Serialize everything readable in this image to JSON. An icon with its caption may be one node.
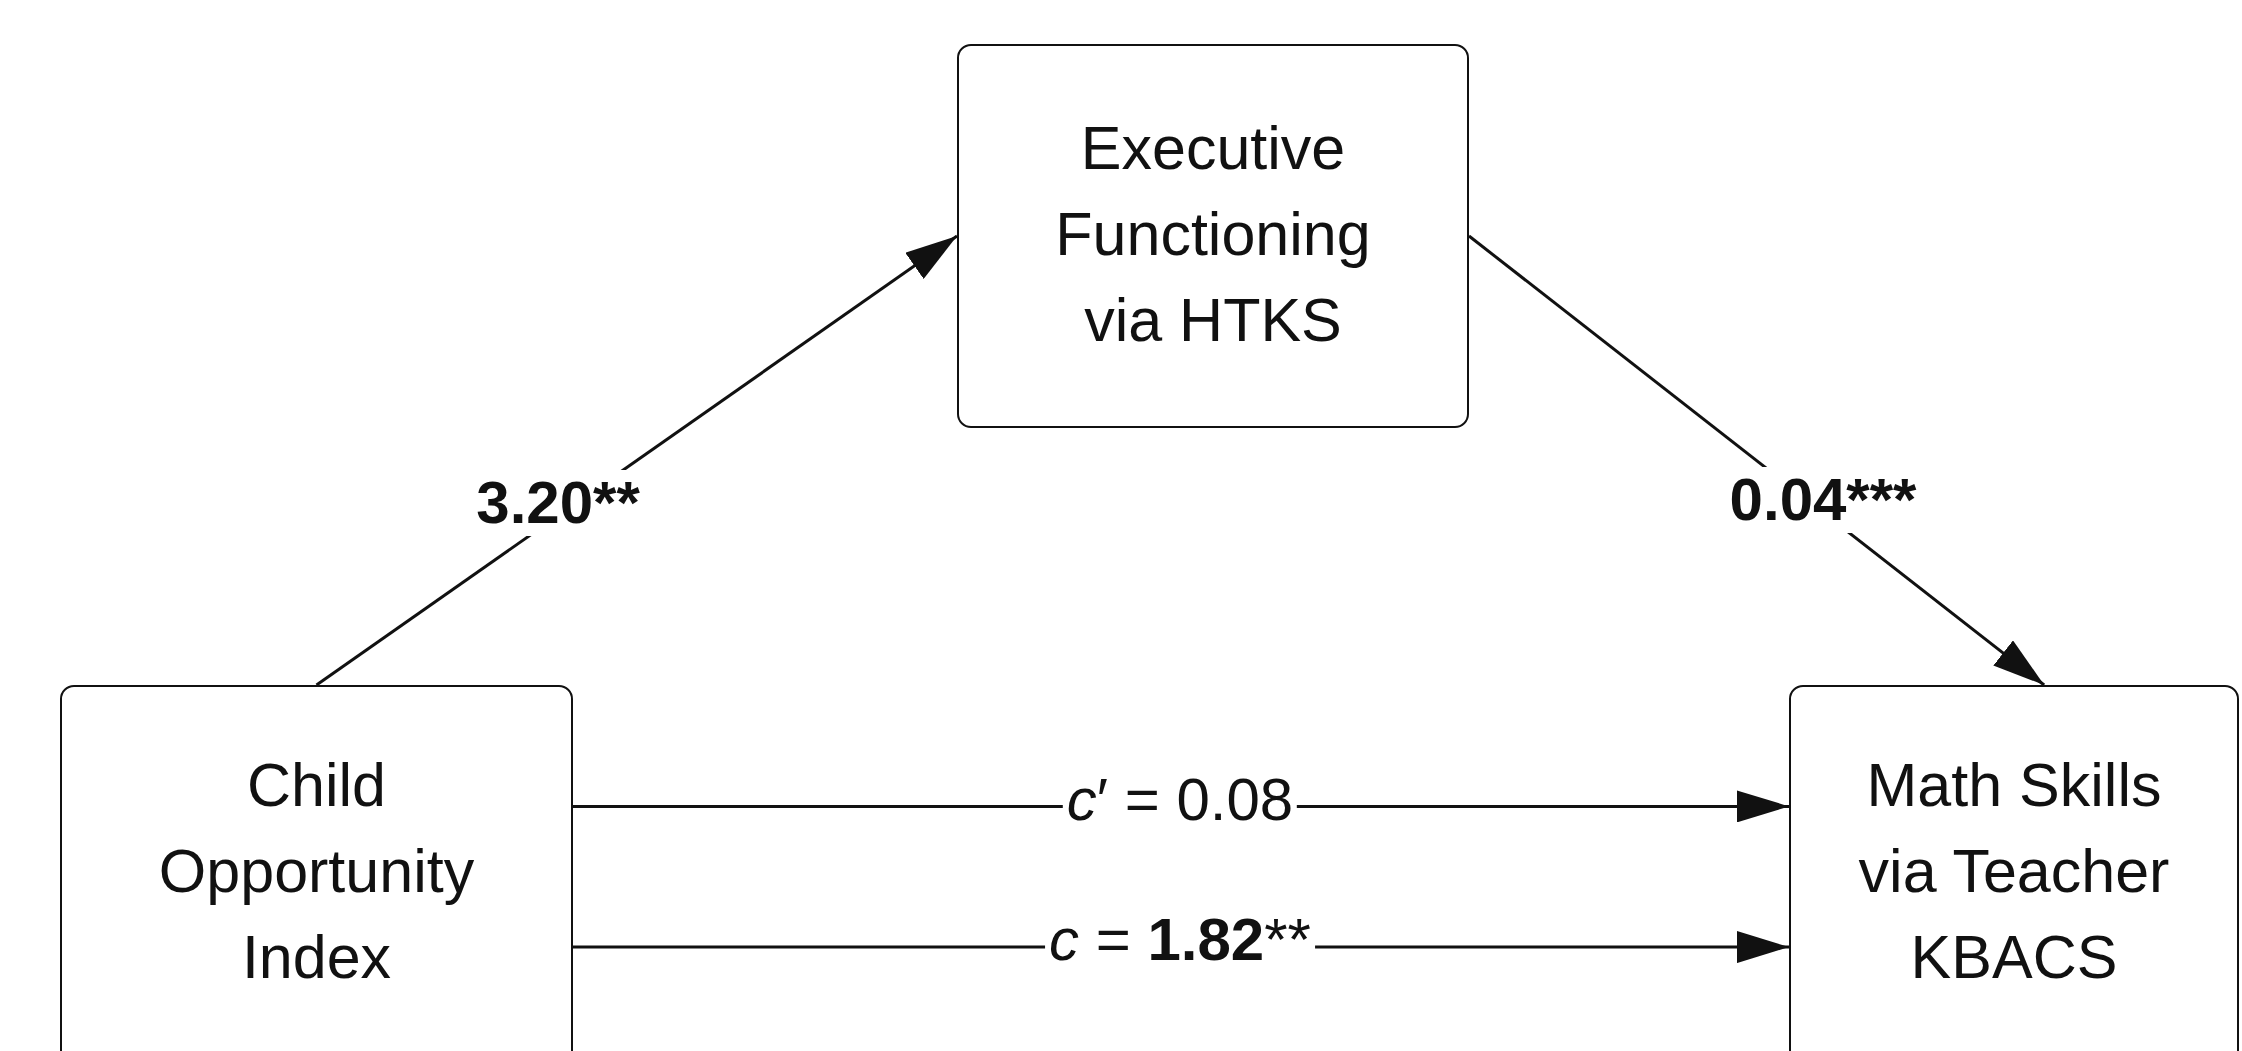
{
  "diagram": {
    "nodes": [
      {
        "text": [
          "Executive Functioning via HTKS"
        ]
      },
      {
        "text": [
          "Child Opportunity Index"
        ]
      },
      {
        "text": [
          "Math Skills via Teacher KBACS"
        ]
      }
    ],
    "edges": [
      {
        "from": 1,
        "to": 0,
        "arrow": "to",
        "label": "3.20**"
      },
      {
        "from": 0,
        "to": 2,
        "arrow": "to",
        "label": "0.04***"
      },
      {
        "from": 1,
        "to": 2,
        "arrow": "to",
        "label": "*c*′ = 0.08"
      },
      {
        "from": 1,
        "to": 2,
        "arrow": "to",
        "label": "*c* = **1.82****"
      }
    ]
  }
}
